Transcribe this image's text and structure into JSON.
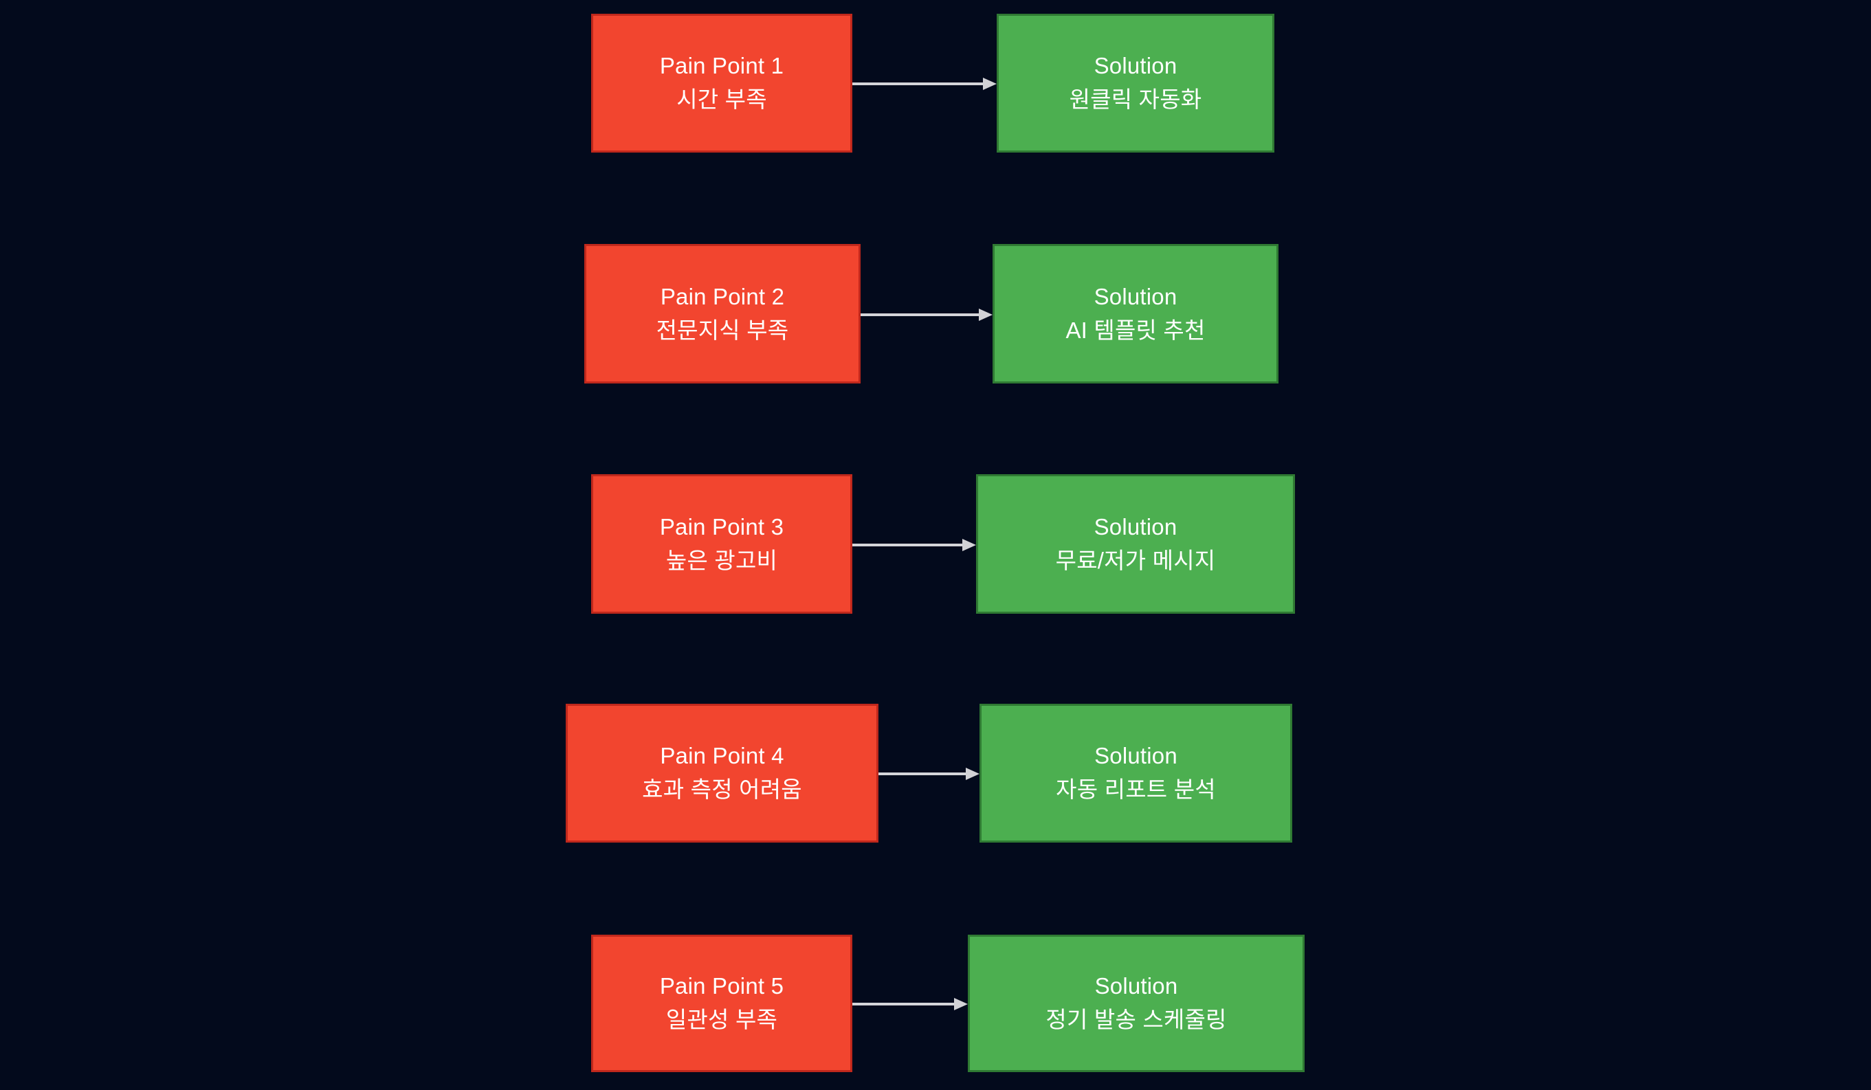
{
  "diagram": {
    "type": "flowchart",
    "orientation": "left-to-right-pairs",
    "background_color": "#030a1c",
    "pain_color": "#f2452f",
    "pain_border_color": "#c0281c",
    "solution_color": "#4caf50",
    "solution_border_color": "#2f7a33",
    "arrow_color": "#d2d2d6",
    "text_color": "#ffffff",
    "rows": [
      {
        "pain": {
          "title": "Pain Point 1",
          "subtitle": "시간 부족"
        },
        "solution": {
          "title": "Solution",
          "subtitle": "원클릭 자동화"
        },
        "arrow": {
          "label": ""
        }
      },
      {
        "pain": {
          "title": "Pain Point 2",
          "subtitle": "전문지식 부족"
        },
        "solution": {
          "title": "Solution",
          "subtitle": "AI 템플릿 추천"
        },
        "arrow": {
          "label": ""
        }
      },
      {
        "pain": {
          "title": "Pain Point 3",
          "subtitle": "높은 광고비"
        },
        "solution": {
          "title": "Solution",
          "subtitle": "무료/저가 메시지"
        },
        "arrow": {
          "label": ""
        }
      },
      {
        "pain": {
          "title": "Pain Point 4",
          "subtitle": "효과 측정 어려움"
        },
        "solution": {
          "title": "Solution",
          "subtitle": "자동 리포트 분석"
        },
        "arrow": {
          "label": ""
        }
      },
      {
        "pain": {
          "title": "Pain Point 5",
          "subtitle": "일관성 부족"
        },
        "solution": {
          "title": "Solution",
          "subtitle": "정기 발송 스케줄링"
        },
        "arrow": {
          "label": ""
        }
      }
    ]
  }
}
